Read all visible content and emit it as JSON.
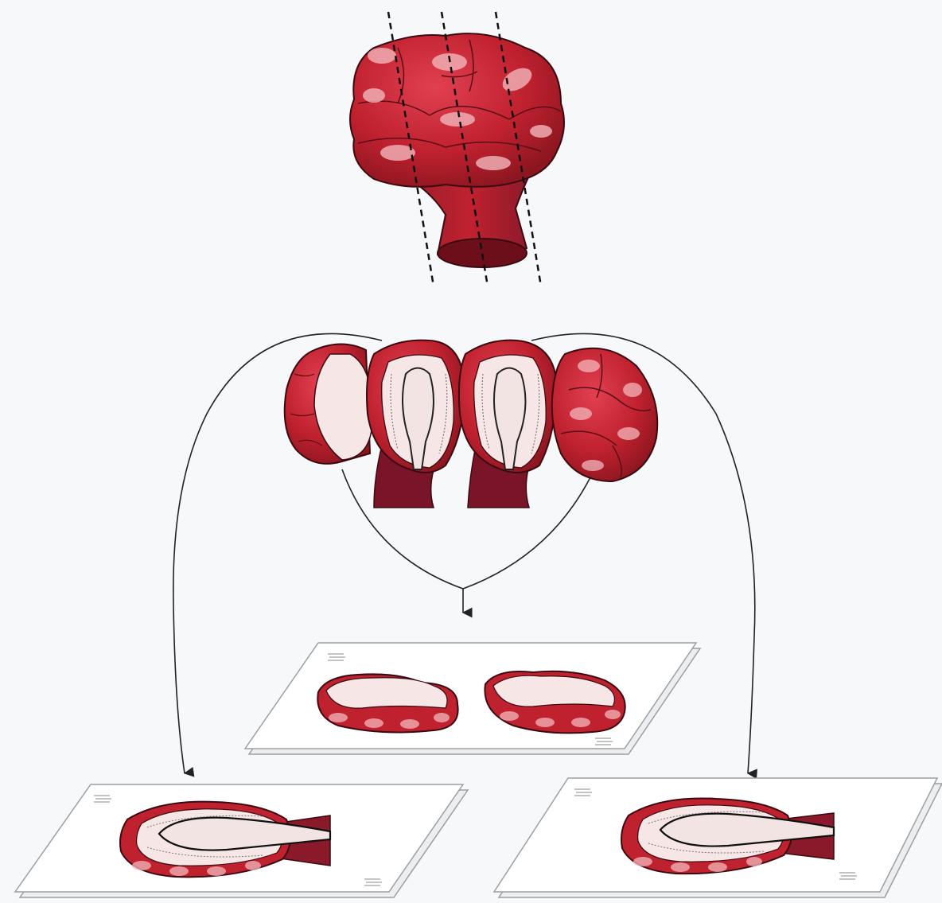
{
  "figure": {
    "colors": {
      "background": "#f6f8f9",
      "tissue_red": "#c0212f",
      "tissue_dark": "#7a0f18",
      "tissue_highlight": "#f4b9bd",
      "cavity_pink": "#f6e6e6",
      "stalk": "#8a1a2a",
      "slide_fill": "#ffffff",
      "slide_edge": "#9aa0a6",
      "line": "#222222"
    },
    "elements": [
      {
        "id": "intact-specimen",
        "icon": "lobulated-organ-icon"
      },
      {
        "id": "cut-lines",
        "icon": "dashed-cut-line-icon",
        "count": 3
      },
      {
        "id": "sliced-segments",
        "icon": "bisected-organ-slices-icon",
        "count": 4
      },
      {
        "id": "slide-center",
        "icon": "glass-slide-icon",
        "tissue": "two-peripheral-slices"
      },
      {
        "id": "slide-left",
        "icon": "glass-slide-icon",
        "tissue": "central-section-with-stalk"
      },
      {
        "id": "slide-right",
        "icon": "glass-slide-icon",
        "tissue": "central-section-with-stalk"
      }
    ]
  }
}
